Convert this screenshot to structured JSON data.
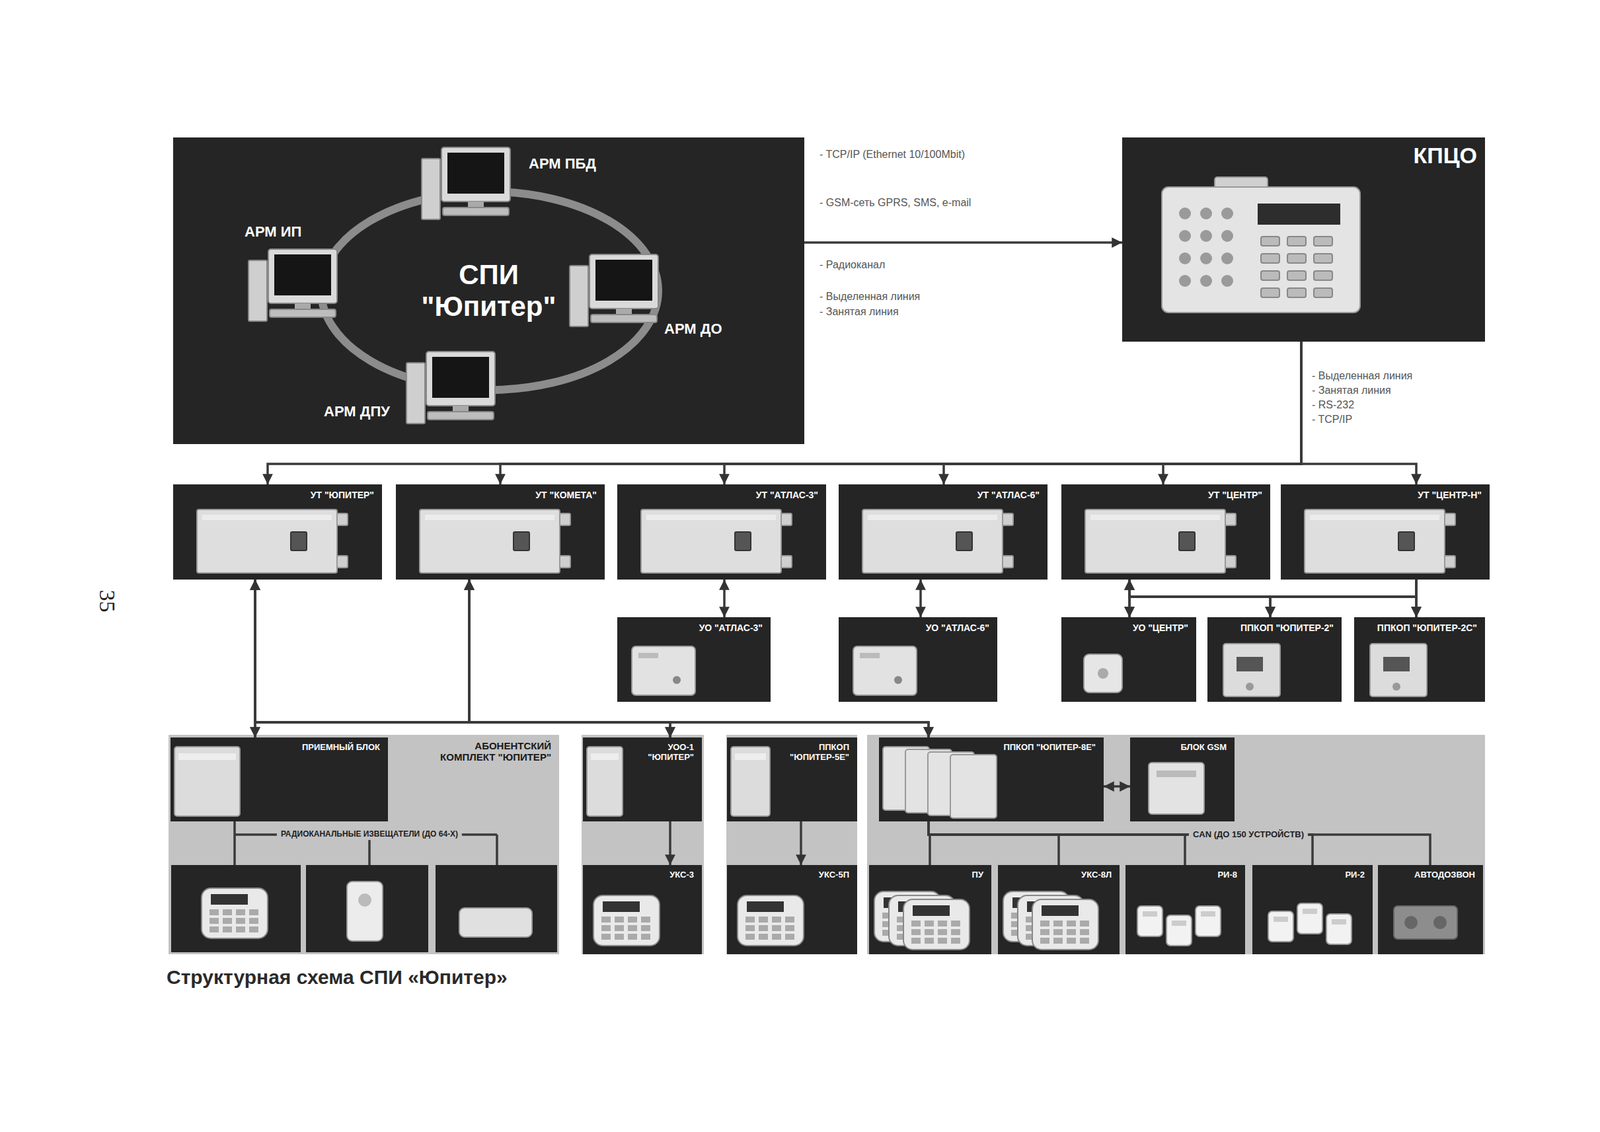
{
  "diagram": {
    "caption": "Структурная схема СПИ «Юпитер»",
    "nodes": [
      {
        "text": [
          "СПИ \"Юпитер\""
        ]
      },
      {
        "text": [
          "КПЦО"
        ]
      },
      {
        "text": [
          "УТ \"ЮПИТЕР\""
        ]
      },
      {
        "text": [
          "УТ \"КОМЕТА\""
        ]
      },
      {
        "text": [
          "УТ \"АТЛАС-3\""
        ]
      },
      {
        "text": [
          "УТ \"АТЛАС-6\""
        ]
      },
      {
        "text": [
          "УТ \"ЦЕНТР\""
        ]
      },
      {
        "text": [
          "УТ \"ЦЕНТР-Н\""
        ]
      },
      {
        "text": [
          "УО \"АТЛАС-3\""
        ]
      },
      {
        "text": [
          "УО \"АТЛАС-6\""
        ]
      },
      {
        "text": [
          "УО \"ЦЕНТР\""
        ]
      },
      {
        "text": [
          "ППКОП \"ЮПИТЕР-2\""
        ]
      },
      {
        "text": [
          "ППКОП \"ЮПИТЕР-2С\""
        ]
      },
      {
        "text": [
          "АБОНЕНТСКИЙ КОМПЛЕКТ \"ЮПИТЕР\""
        ]
      },
      {
        "text": [
          "ПРИЕМНЫЙ БЛОК"
        ],
        "in": 13
      },
      {
        "text": [
          "УОО-1 \"ЮПИТЕР\""
        ]
      },
      {
        "text": [
          "УКС-3"
        ]
      },
      {
        "text": [
          "ППКОП \"ЮПИТЕР-5Е\""
        ]
      },
      {
        "text": [
          "УКС-5П"
        ]
      },
      {
        "text": [
          "ППКОП \"ЮПИТЕР-8Е\""
        ]
      },
      {
        "text": [
          "БЛОК GSM"
        ]
      },
      {
        "text": [
          "ПУ"
        ]
      },
      {
        "text": [
          "УКС-8Л"
        ]
      },
      {
        "text": [
          "РИ-8"
        ]
      },
      {
        "text": [
          "РИ-2"
        ]
      },
      {
        "text": [
          "АВТОДОЗВОН"
        ]
      }
    ],
    "edges": [
      {
        "from": 0,
        "to": 1,
        "arrow": "to"
      },
      {
        "from": 1,
        "to": 2,
        "arrow": "to"
      },
      {
        "from": 1,
        "to": 3,
        "arrow": "to"
      },
      {
        "from": 1,
        "to": 4,
        "arrow": "to"
      },
      {
        "from": 1,
        "to": 5,
        "arrow": "to"
      },
      {
        "from": 1,
        "to": 6,
        "arrow": "to"
      },
      {
        "from": 1,
        "to": 7,
        "arrow": "to"
      },
      {
        "from": 4,
        "to": 8,
        "arrow": "both"
      },
      {
        "from": 5,
        "to": 9,
        "arrow": "both"
      },
      {
        "from": 6,
        "to": 10,
        "arrow": "both"
      },
      {
        "from": 6,
        "to": 11,
        "arrow": "both"
      },
      {
        "from": 6,
        "to": 12,
        "arrow": "both"
      },
      {
        "from": 7,
        "to": 10,
        "arrow": "to"
      },
      {
        "from": 7,
        "to": 11,
        "arrow": "to"
      },
      {
        "from": 7,
        "to": 12,
        "arrow": "to"
      },
      {
        "from": 2,
        "to": 14,
        "arrow": "both"
      },
      {
        "from": 2,
        "to": 15,
        "arrow": "both"
      },
      {
        "from": 2,
        "to": 19,
        "arrow": "both"
      },
      {
        "from": 3,
        "to": 14,
        "arrow": "both"
      },
      {
        "from": 3,
        "to": 15,
        "arrow": "both"
      },
      {
        "from": 3,
        "to": 19,
        "arrow": "both"
      },
      {
        "from": 15,
        "to": 16,
        "arrow": "to"
      },
      {
        "from": 17,
        "to": 18,
        "arrow": "to"
      },
      {
        "from": 19,
        "to": 20,
        "arrow": "both"
      },
      {
        "from": 19,
        "to": 21,
        "arrow": "none"
      },
      {
        "from": 19,
        "to": 22,
        "arrow": "none"
      },
      {
        "from": 19,
        "to": 23,
        "arrow": "none"
      },
      {
        "from": 19,
        "to": 24,
        "arrow": "none"
      },
      {
        "from": 19,
        "to": 25,
        "arrow": "none"
      }
    ],
    "labels": [
      "АРМ ПБД",
      "АРМ ИП",
      "АРМ ДО",
      "АРМ ДПУ",
      "- TCP/IP (Ethernet 10/100Mbit)",
      "- GSM-сеть GPRS, SMS, e-mail",
      "- Радиоканал",
      "- Выделенная линия",
      "- Занятая линия",
      "- Выделенная линия",
      "- Занятая линия",
      "- RS-232",
      "- TCP/IP",
      "РАДИОКАНАЛЬНЫЕ ИЗВЕЩАТЕЛИ (ДО 64-Х)",
      "CAN (ДО 150 УСТРОЙСТВ)",
      "35"
    ]
  }
}
